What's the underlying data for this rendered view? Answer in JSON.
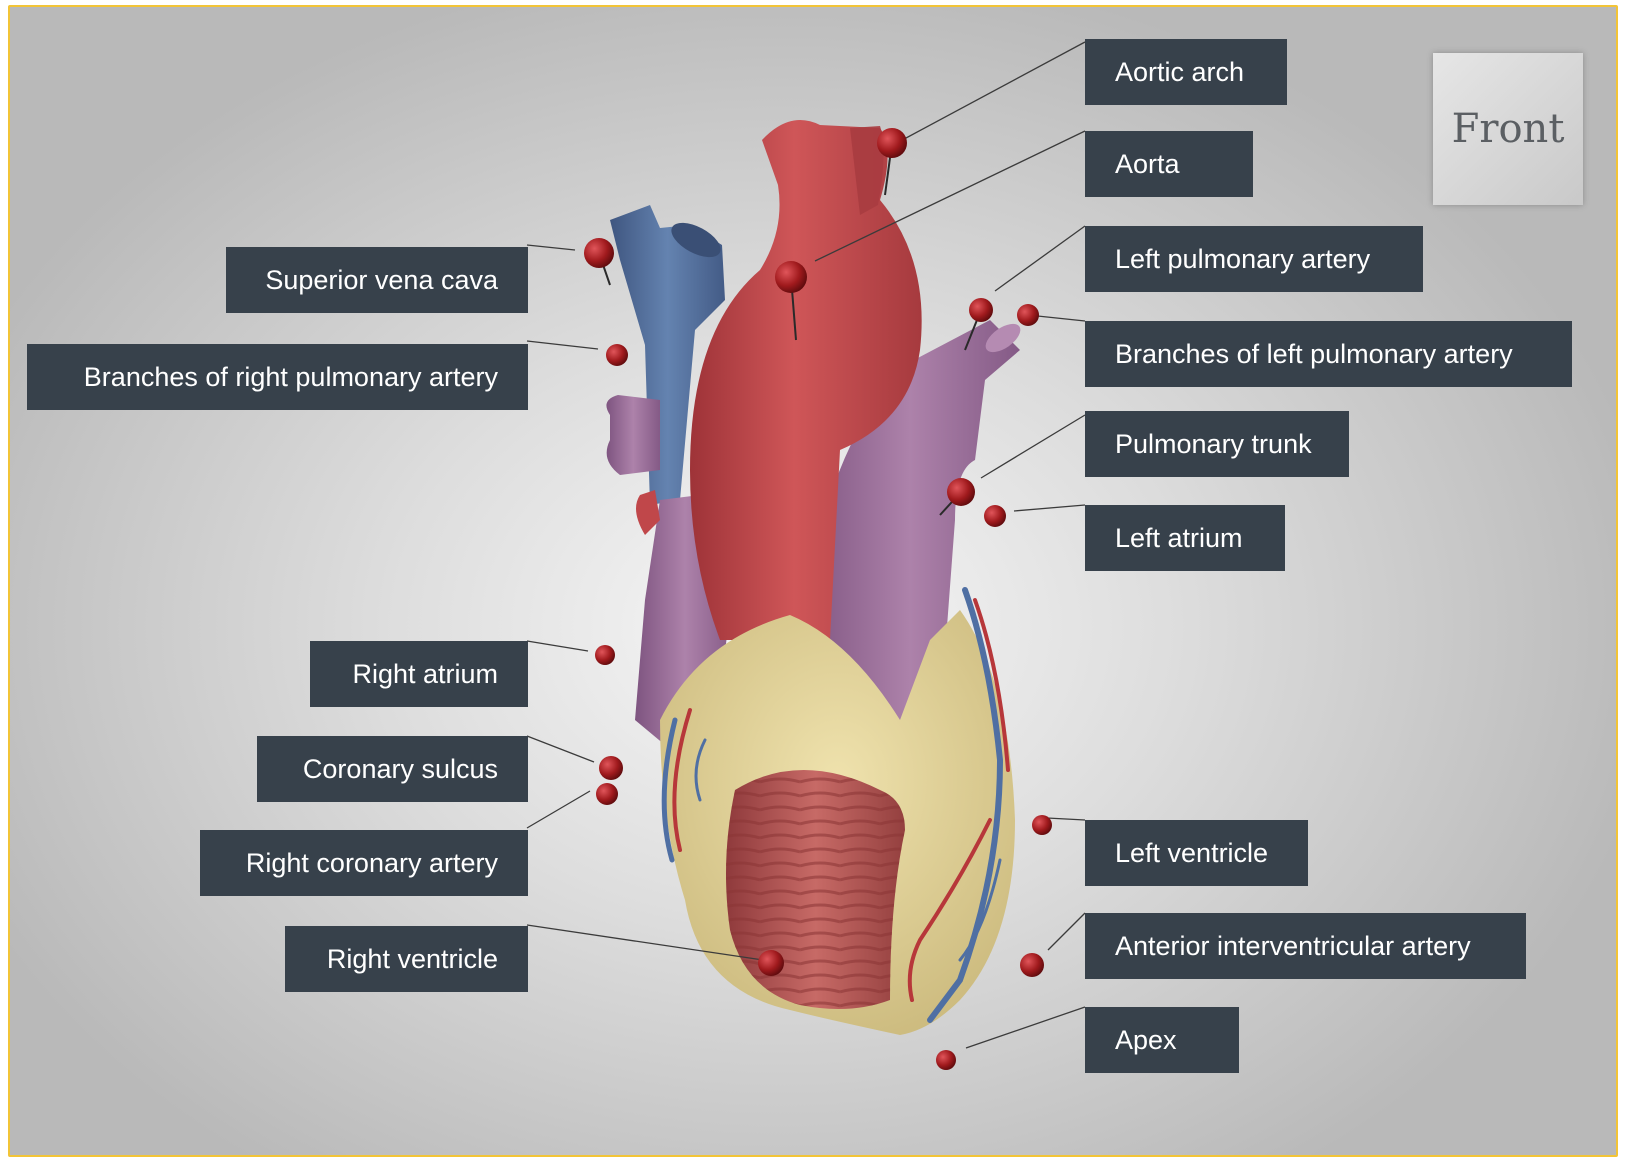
{
  "view_button": {
    "label": "Front"
  },
  "labels": {
    "left": [
      {
        "text": "Superior vena cava"
      },
      {
        "text": "Branches of right pulmonary artery"
      },
      {
        "text": "Right atrium"
      },
      {
        "text": "Coronary sulcus"
      },
      {
        "text": "Right coronary artery"
      },
      {
        "text": "Right ventricle"
      }
    ],
    "right": [
      {
        "text": "Aortic arch"
      },
      {
        "text": "Aorta"
      },
      {
        "text": "Left pulmonary artery"
      },
      {
        "text": "Branches of left pulmonary artery"
      },
      {
        "text": "Pulmonary trunk"
      },
      {
        "text": "Left atrium"
      },
      {
        "text": "Left ventricle"
      },
      {
        "text": "Anterior interventricular artery"
      },
      {
        "text": "Apex"
      }
    ]
  },
  "colors": {
    "label_bg": "#37414b",
    "label_text": "#ffffff",
    "frame_border": "#f2c437",
    "aorta": "#c0474a",
    "vena_cava": "#56739f",
    "pulmonary": "#9c6f9a",
    "fat": "#e3d39b",
    "ventricle_muscle": "#b85858",
    "pin": "#a01a1d"
  }
}
